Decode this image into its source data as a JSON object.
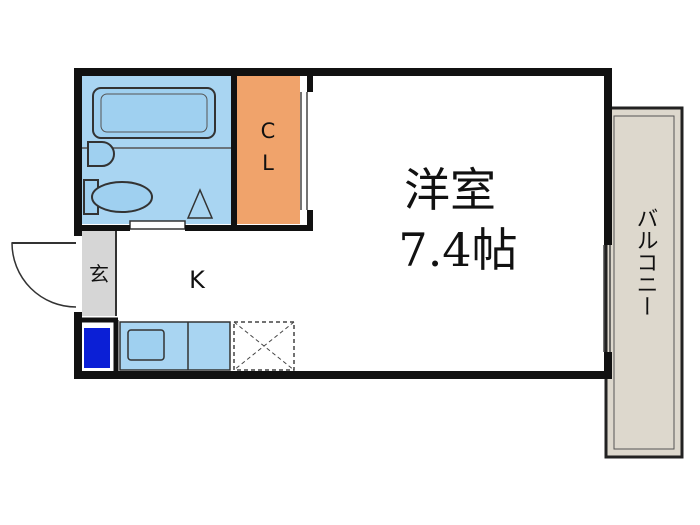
{
  "rooms": {
    "western_room": {
      "name": "洋室",
      "size": "7.4帖"
    },
    "closet": {
      "line1": "C",
      "line2": "L"
    },
    "kitchen": {
      "label": "K"
    },
    "entrance": {
      "label": "玄"
    },
    "balcony": {
      "label": "バルコニー"
    }
  },
  "colors": {
    "bath": "#a9d5f2",
    "bath_fixture": "#9fd0f0",
    "closet": "#f0a36b",
    "balcony": "#ddd8cd",
    "storage": "#0b1fd6",
    "wall": "#111111"
  }
}
